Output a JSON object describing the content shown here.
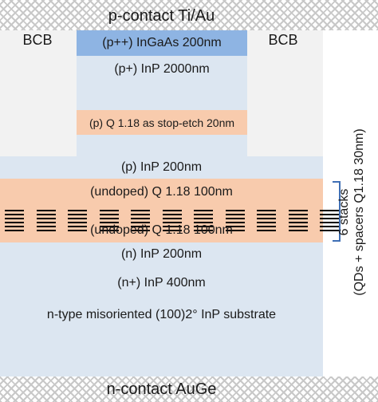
{
  "layers": {
    "top_contact": "p-contact Ti/Au",
    "bcb_left": "BCB",
    "bcb_right": "BCB",
    "pp_ingaas": "(p++) InGaAs 200nm",
    "p_inp_2000": "(p+) InP 2000nm",
    "stop_etch": "(p) Q 1.18 as stop-etch 20nm",
    "p_inp_200": "(p) InP 200nm",
    "undoped_top": "(undoped) Q 1.18  100nm",
    "undoped_bottom": "(undoped) Q 1.18  100nm",
    "n_inp_200": "(n) InP 200nm",
    "np_inp_400": "(n+) InP 400nm",
    "substrate": "n-type misoriented (100)2° InP substrate",
    "bottom_contact": "n-contact AuGe"
  },
  "stack_annotation": {
    "line1": "6 stacks",
    "line2": "(QDs + spacers Q1.18 30nm)"
  },
  "quantum_dots": {
    "columns": 11,
    "lines_per_stack": 6
  },
  "colors": {
    "pale_blue": "#dce6f1",
    "orange": "#f8cbad",
    "ingaas_blue": "#8eb4e3",
    "bcb_gray": "#f2f2f2",
    "qd_black": "#000000"
  }
}
